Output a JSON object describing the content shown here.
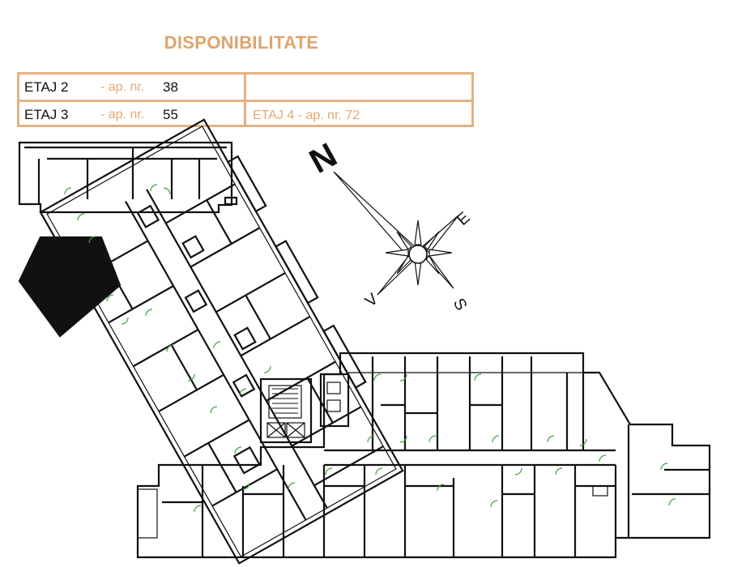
{
  "title": "DISPONIBILITATE",
  "availability": {
    "rows": [
      {
        "floor": "ETAJ 2",
        "apartment_prefix": "- ap. nr.",
        "apartment_number": "38",
        "right": ""
      },
      {
        "floor": "ETAJ  3",
        "apartment_prefix": "- ap. nr.",
        "apartment_number": "55",
        "right": "ETAJ 4 - ap. nr. 72"
      }
    ]
  },
  "compass": {
    "north": "N",
    "east": "E",
    "south": "S",
    "west": "V"
  },
  "colors": {
    "accent_text": "#e0a46e",
    "table_border": "#e2b184",
    "door_swing": "#3fa33f",
    "walls": "#111111"
  }
}
